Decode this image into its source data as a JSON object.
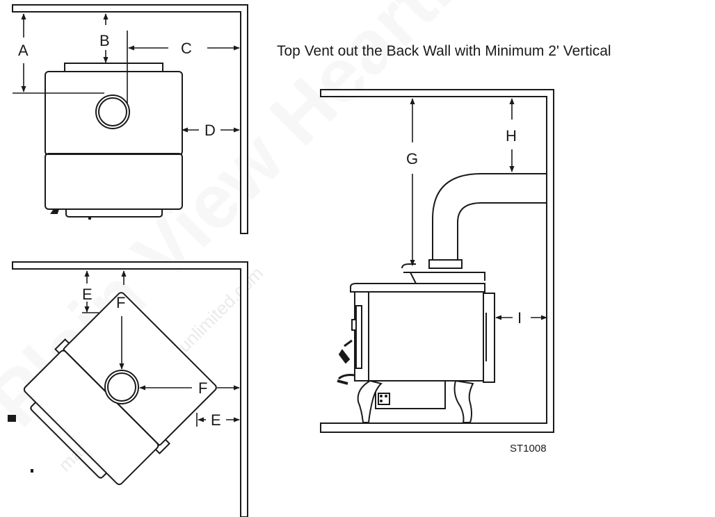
{
  "caption": "Top Vent out the Back Wall with Minimum  2' Vertical",
  "figure_code": "ST1008",
  "watermark": {
    "main": "Plain View Hearth Products",
    "url": "manuals.stove-parts-unlimited.com"
  },
  "labels": {
    "a": "A",
    "b": "B",
    "c": "C",
    "d": "D",
    "e_top": "E",
    "f_top": "F",
    "f_right": "F",
    "e_right": "E",
    "g": "G",
    "h": "H",
    "i": "I"
  }
}
